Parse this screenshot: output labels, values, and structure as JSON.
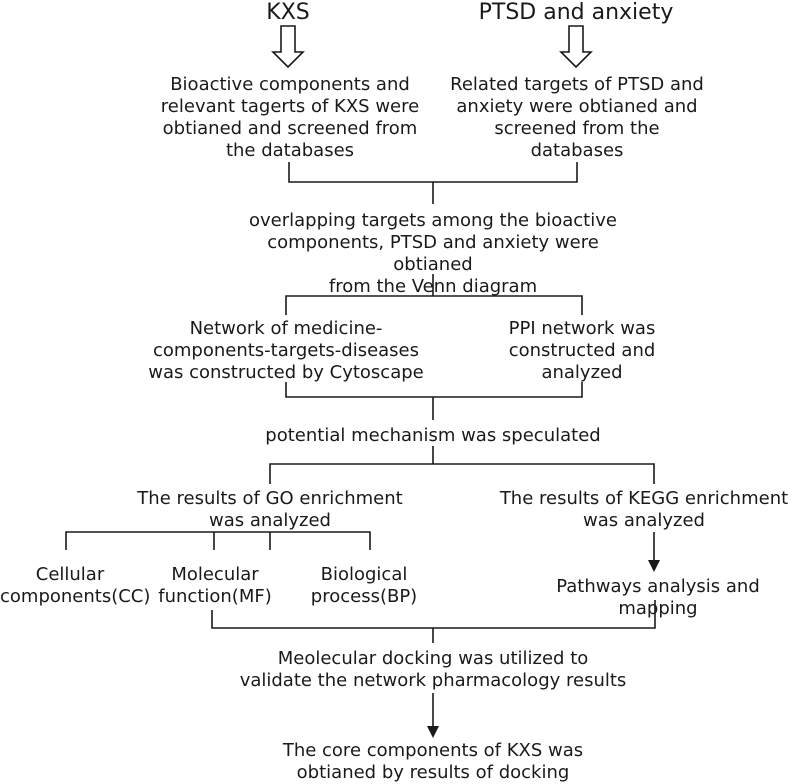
{
  "nodes": {
    "kxs": "KXS",
    "ptsd": "PTSD and anxiety",
    "kxs_screen": "Bioactive components and\nrelevant tagerts of KXS were\nobtianed and screened from\nthe databases",
    "ptsd_screen": "Related targets of PTSD and\nanxiety were obtianed and\nscreened from the\ndatabases",
    "overlap": "overlapping targets among the bioactive\ncomponents, PTSD and anxiety were obtianed\nfrom the Venn diagram",
    "network": "Network of medicine-\ncomponents-targets-diseases\nwas constructed by Cytoscape",
    "ppi": "PPI network was\nconstructed and\nanalyzed",
    "mechanism": "potential mechanism was speculated",
    "go": "The results of GO enrichment\nwas analyzed",
    "kegg": "The results of KEGG enrichment\nwas analyzed",
    "cc": "Cellular\ncomponents(CC)",
    "mf": "Molecular\nfunction(MF)",
    "bp": "Biological\nprocess(BP)",
    "pathways": "Pathways analysis and mapping",
    "docking": "Meolecular docking was utilized to\nvalidate the network pharmacology results",
    "core": "The core components of KXS was\nobtianed by results of docking"
  }
}
